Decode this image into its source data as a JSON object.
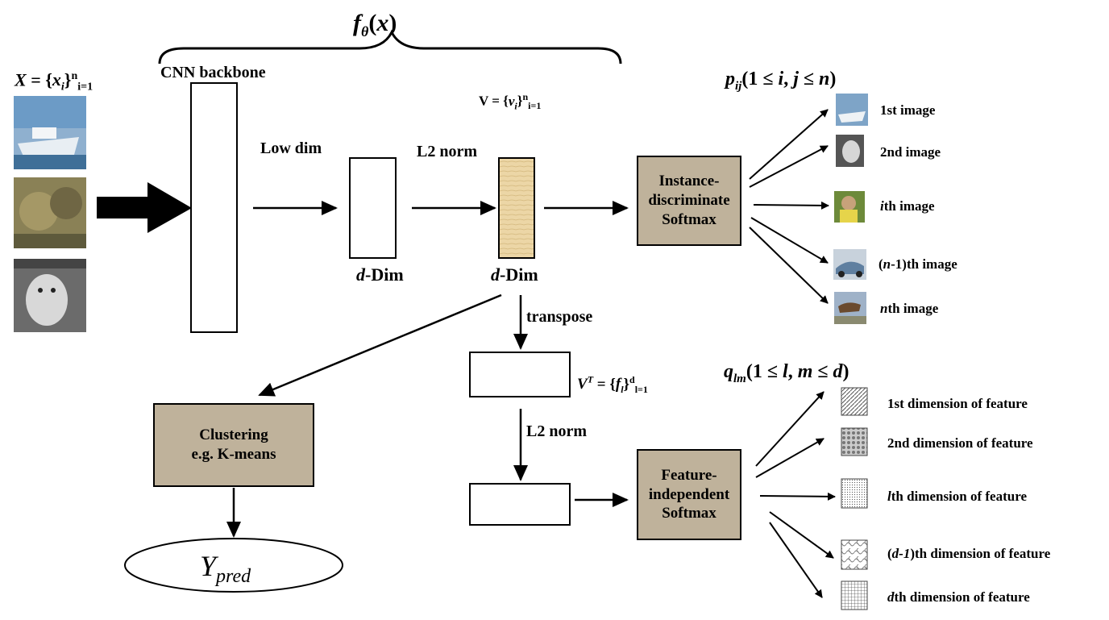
{
  "title_fx": "fθ(x)",
  "input_set": "X = {xi}ni=1",
  "backbone_label": "CNN backbone",
  "low_dim_label": "Low dim",
  "l2_norm_top": "L2 norm",
  "d_dim_1": "d-Dim",
  "d_dim_2": "d-Dim",
  "v_set": "V = {vi}ni=1",
  "transpose_label": "transpose",
  "vt_set": "VT = {fl}dl=1",
  "l2_norm_bottom": "L2 norm",
  "p_label": "pij(1 ≤ i, j ≤ n)",
  "q_label": "qlm(1 ≤ l, m ≤ d)",
  "instance_box": [
    "Instance-",
    "discriminate",
    "Softmax"
  ],
  "feature_box": [
    "Feature-",
    "independent",
    "Softmax"
  ],
  "cluster_box": [
    "Clustering",
    "e.g. K-means"
  ],
  "ypred": "Ypred",
  "image_outputs": [
    "1st image",
    "2nd image",
    "ith image",
    "(n-1)th image",
    "nth image"
  ],
  "feature_outputs": [
    "1st dimension of feature",
    "2nd dimension of feature",
    "lth dimension of feature",
    "(d-1)th dimension of feature",
    "dth dimension of feature"
  ],
  "colors": {
    "box_fill": "#bfb29b",
    "feature_fill": "#e9d3a3"
  }
}
